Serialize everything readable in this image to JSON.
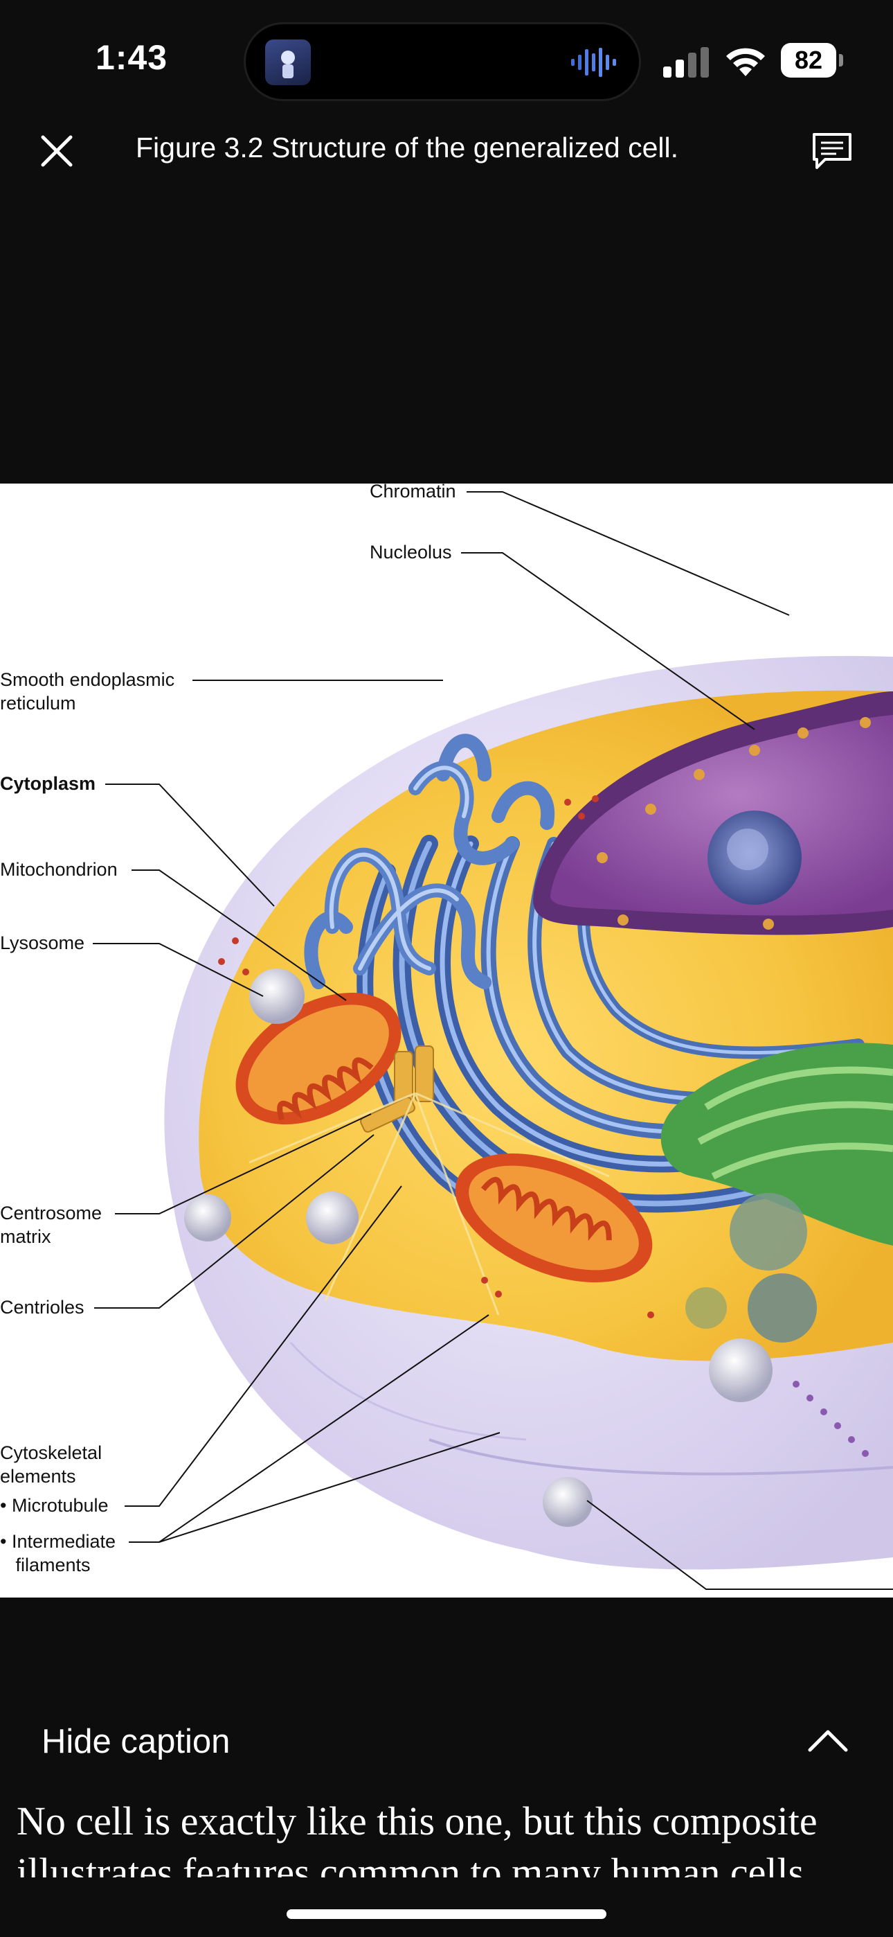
{
  "status_bar": {
    "time": "1:43",
    "battery": "82",
    "icons": [
      "signal-icon",
      "wifi-icon",
      "battery-icon",
      "audio-wave-icon"
    ]
  },
  "top_bar": {
    "title": "Figure 3.2 Structure of the generalized cell.",
    "close_icon": "close-icon",
    "comment_icon": "comment-icon"
  },
  "figure": {
    "labels": {
      "chromatin": "Chromatin",
      "nucleolus": "Nucleolus",
      "smooth_er": "Smooth endoplasmic\nreticulum",
      "cytoplasm": "Cytoplasm",
      "mitochondrion": "Mitochondrion",
      "lysosome": "Lysosome",
      "centrosome_matrix": "Centrosome\nmatrix",
      "centrioles": "Centrioles",
      "cytoskeletal": "Cytoskeletal\nelements",
      "microtubule": "• Microtubule",
      "intermediate": "• Intermediate\n   filaments"
    }
  },
  "caption": {
    "toggle_label": "Hide caption",
    "chevron_icon": "chevron-up-icon",
    "text": "No cell is exactly like this one, but this composite illustrates features common to many human cells."
  },
  "colors": {
    "background": "#0d0d0d",
    "nucleus": "#8a4aa0",
    "rough_er": "#4a6fb5",
    "cytoplasm": "#f2c84a",
    "mitochondrion": "#d94a1e",
    "golgi": "#5aa84a",
    "membrane": "#d8d2ee"
  }
}
